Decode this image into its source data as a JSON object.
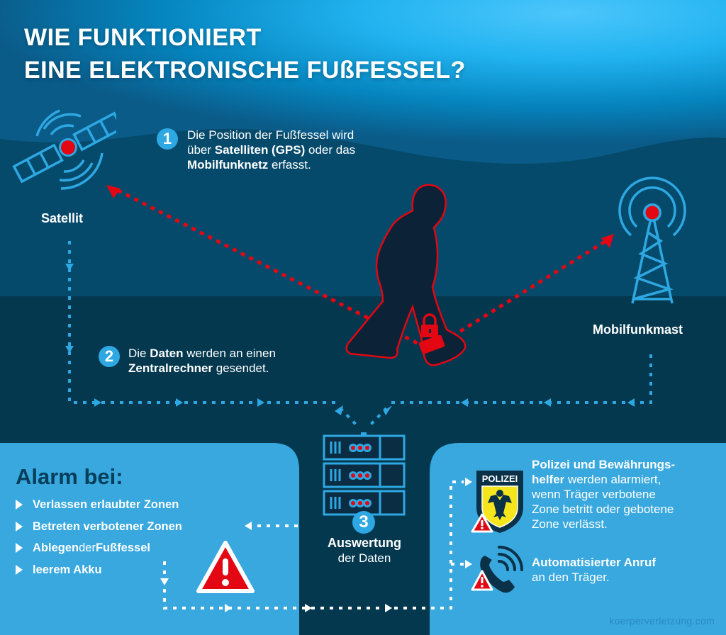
{
  "title": {
    "line1": "WIE FUNKTIONIERT",
    "line2": "EINE ELEKTRONISCHE FUßFESSEL?"
  },
  "colors": {
    "sky_top": "#06618f",
    "sky_bright": "#4cc6fb",
    "dark_navy": "#053f5c",
    "ground": "#04384f",
    "accent_blue": "#2ea8e2",
    "panel_blue": "#38a8df",
    "alert_red": "#e30613",
    "silhouette": "#0c2236"
  },
  "labels": {
    "satellite": "Satellit",
    "cell_tower": "Mobilfunkmast"
  },
  "steps": [
    {
      "number": "1",
      "parts": [
        {
          "text": "Die Position der Fußfessel wird",
          "bold": false,
          "br": true
        },
        {
          "text": "über ",
          "bold": false
        },
        {
          "text": "Satelliten (GPS)",
          "bold": true
        },
        {
          "text": " oder das",
          "bold": false,
          "br": true
        },
        {
          "text": "Mobilfunknetz",
          "bold": true
        },
        {
          "text": " erfasst.",
          "bold": false
        }
      ]
    },
    {
      "number": "2",
      "parts": [
        {
          "text": "Die ",
          "bold": false
        },
        {
          "text": "Daten",
          "bold": true
        },
        {
          "text": " werden an einen",
          "bold": false,
          "br": true
        },
        {
          "text": "Zentralrechner",
          "bold": true
        },
        {
          "text": " gesendet.",
          "bold": false
        }
      ]
    },
    {
      "number": "3",
      "title": "Auswertung",
      "subtitle": "der Daten"
    }
  ],
  "alarm": {
    "title": "Alarm bei:",
    "items": [
      {
        "parts": [
          {
            "text": "Verlassen erlaubter Zonen",
            "bold": true
          }
        ]
      },
      {
        "parts": [
          {
            "text": "Betreten verbotener Zonen",
            "bold": true
          }
        ]
      },
      {
        "parts": [
          {
            "text": "Ablegen",
            "bold": true
          },
          {
            "text": " der ",
            "bold": false
          },
          {
            "text": "Fußfessel",
            "bold": true
          }
        ]
      },
      {
        "parts": [
          {
            "text": "leerem Akku",
            "bold": true
          }
        ]
      }
    ]
  },
  "responses": [
    {
      "icon": "police-badge-icon",
      "badge_text": "POLIZEI",
      "lines": [
        [
          {
            "text": "Polizei und Bewährungs-",
            "bold": true
          }
        ],
        [
          {
            "text": "helfer",
            "bold": true
          },
          {
            "text": " werden alarmiert,",
            "bold": false
          }
        ],
        [
          {
            "text": "wenn Träger verbotene",
            "bold": false
          }
        ],
        [
          {
            "text": "Zone betritt oder gebotene",
            "bold": false
          }
        ],
        [
          {
            "text": "Zone verlässt.",
            "bold": false
          }
        ]
      ]
    },
    {
      "icon": "phone-call-icon",
      "lines": [
        [
          {
            "text": "Automatisierter Anruf",
            "bold": true
          }
        ],
        [
          {
            "text": "an den Träger.",
            "bold": false
          }
        ]
      ]
    }
  ],
  "watermark": "koerperverletzung.com"
}
